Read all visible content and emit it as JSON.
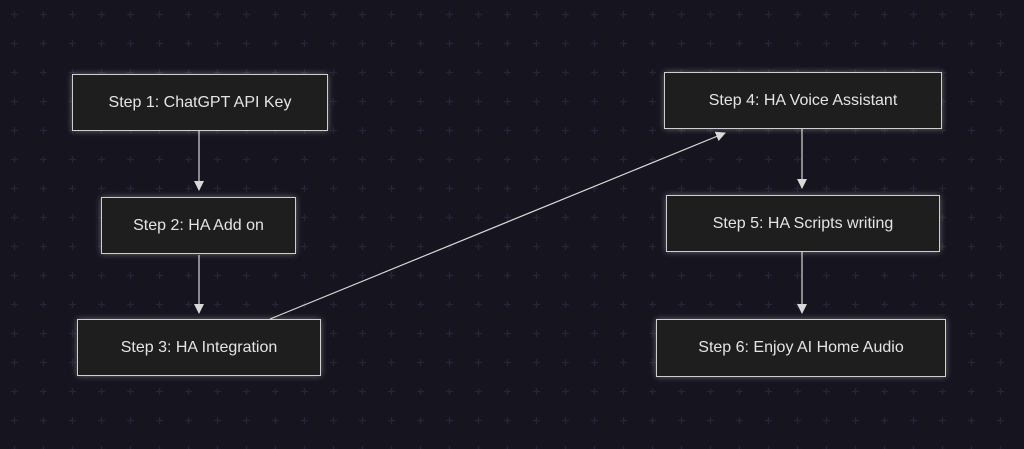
{
  "steps": [
    {
      "label": "Step 1: ChatGPT API Key"
    },
    {
      "label": "Step 2: HA Add on"
    },
    {
      "label": "Step 3: HA Integration"
    },
    {
      "label": "Step 4: HA Voice Assistant"
    },
    {
      "label": "Step 5: HA Scripts writing"
    },
    {
      "label": "Step 6: Enjoy AI Home Audio"
    }
  ],
  "colors": {
    "background": "#16141f",
    "node": "#1e1e1e",
    "edge": "#d8d8d8"
  }
}
